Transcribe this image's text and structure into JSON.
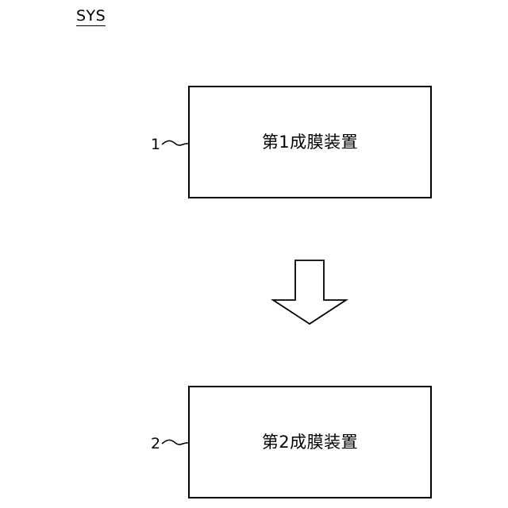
{
  "title": "SYS",
  "boxes": [
    {
      "ref": "1",
      "label": "第1成膜装置"
    },
    {
      "ref": "2",
      "label": "第2成膜装置"
    }
  ],
  "colors": {
    "stroke": "#000000",
    "background": "#ffffff"
  },
  "icons": {
    "flow_arrow": "down-arrow-icon"
  }
}
